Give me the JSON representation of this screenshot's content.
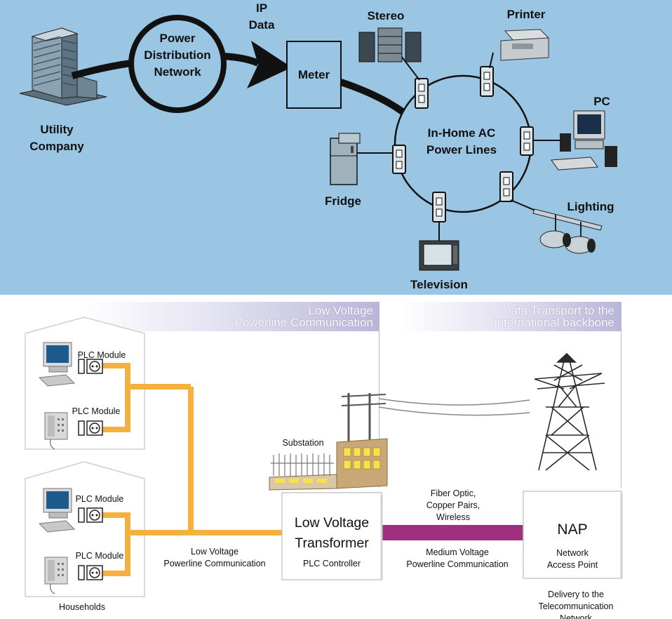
{
  "top": {
    "utility": [
      "Utility",
      "Company"
    ],
    "power_dist": [
      "Power",
      "Distribution",
      "Network"
    ],
    "ip_data": [
      "IP",
      "Data"
    ],
    "meter": "Meter",
    "in_home": [
      "In-Home AC",
      "Power Lines"
    ],
    "stereo": "Stereo",
    "printer": "Printer",
    "pc": "PC",
    "lighting": "Lighting",
    "television": "Television",
    "fridge": "Fridge"
  },
  "bottom": {
    "header_low_voltage": [
      "Low Voltage",
      "Powerline Communication"
    ],
    "header_data_transport": [
      "Data Transport to the",
      "international backbone"
    ],
    "plc_module": "PLC Module",
    "households": "Households",
    "substation": "Substation",
    "low_voltage_plc": [
      "Low Voltage",
      "Powerline Communication"
    ],
    "transformer_title": [
      "Low Voltage",
      "Transformer"
    ],
    "plc_controller": "PLC Controller",
    "fiber_optic": [
      "Fiber Optic,",
      "Copper Pairs,",
      "Wireless"
    ],
    "medium_voltage": [
      "Medium Voltage",
      "Powerline Communication"
    ],
    "nap": "NAP",
    "network_access_point": [
      "Network",
      "Access Point"
    ],
    "delivery": [
      "Delivery to the",
      "Telecommunication",
      "Network"
    ]
  },
  "colors": {
    "top_bg": "#9ac5e3",
    "orange": "#f5b040",
    "magenta": "#a0307f",
    "header_band": "#b9b6d9"
  }
}
